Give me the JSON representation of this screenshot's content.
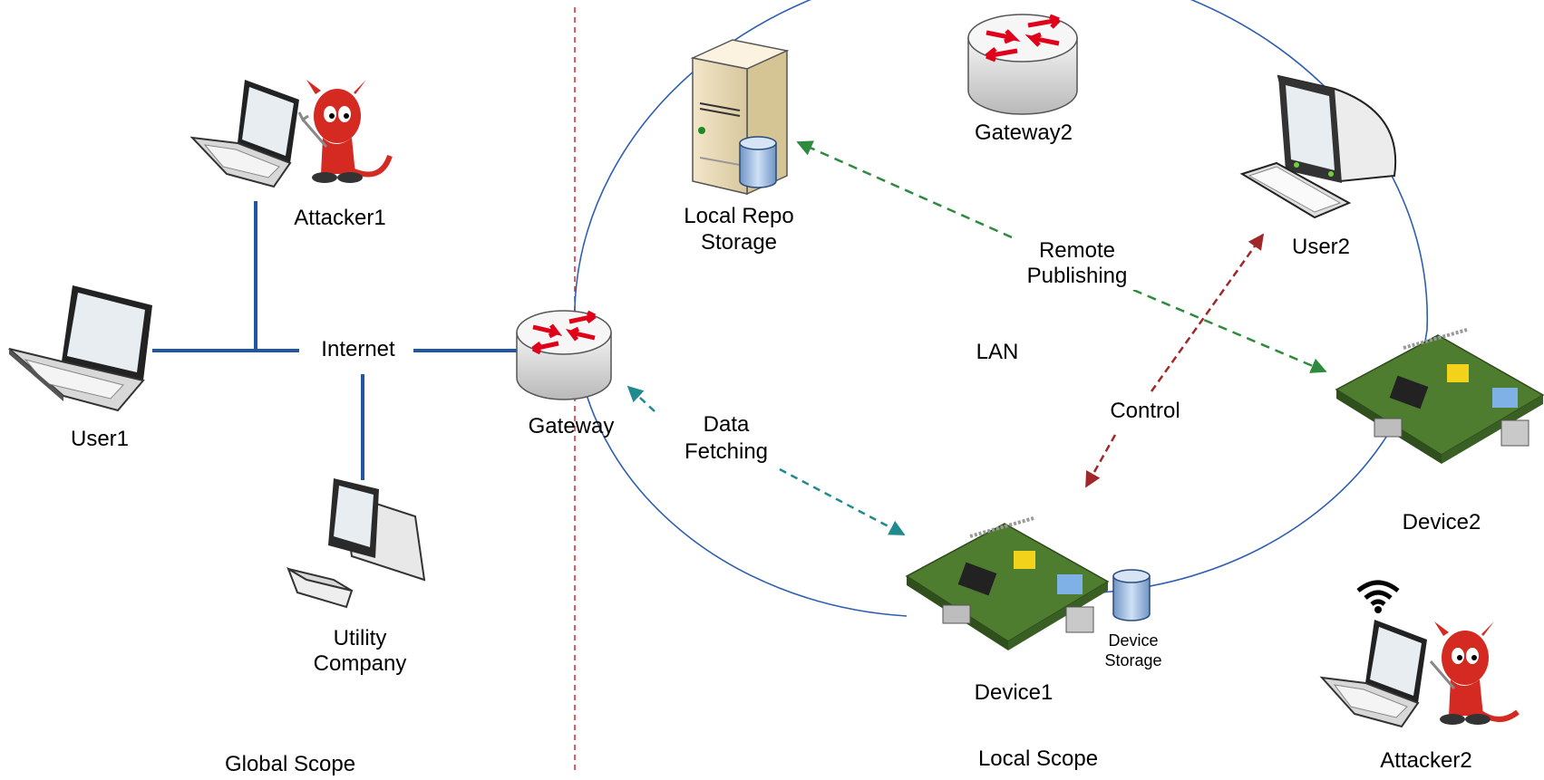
{
  "labels": {
    "user1": "User1",
    "attacker1": "Attacker1",
    "internet": "Internet",
    "utility_line1": "Utility",
    "utility_line2": "Company",
    "global_scope": "Global Scope",
    "gateway": "Gateway",
    "local_repo_line1": "Local Repo",
    "local_repo_line2": "Storage",
    "gateway2": "Gateway2",
    "user2": "User2",
    "remote_publishing_line1": "Remote",
    "remote_publishing_line2": "Publishing",
    "lan": "LAN",
    "control": "Control",
    "data_fetching_line1": "Data",
    "data_fetching_line2": "Fetching",
    "device1": "Device1",
    "device_storage_line1": "Device",
    "device_storage_line2": "Storage",
    "device2": "Device2",
    "local_scope": "Local Scope",
    "attacker2": "Attacker2"
  },
  "colors": {
    "internet_links": "#2255a4",
    "lan_ring": "#2e5fb0",
    "scope_divider": "#e0303a",
    "remote_publishing_arrow": "#2e8b3e",
    "data_fetching_arrow": "#1f8a8f",
    "control_arrow": "#a0282a",
    "router_arrows": "#e0001a",
    "devil_red": "#d42a22",
    "board_green": "#4f7d2f"
  },
  "icons": {
    "user1": "laptop-icon",
    "attacker1": "laptop-icon",
    "attacker1_mascot": "devil-mascot-icon",
    "utility": "desktop-computer-icon",
    "gateway": "router-icon",
    "gateway2": "router-icon",
    "local_repo": "server-tower-icon",
    "local_repo_db": "database-cylinder-icon",
    "user2": "crt-monitor-icon",
    "device1": "raspberry-pi-board-icon",
    "device2": "raspberry-pi-board-icon",
    "device_storage": "database-cylinder-icon",
    "attacker2": "laptop-icon",
    "attacker2_wifi": "wifi-icon",
    "attacker2_mascot": "devil-mascot-icon"
  }
}
